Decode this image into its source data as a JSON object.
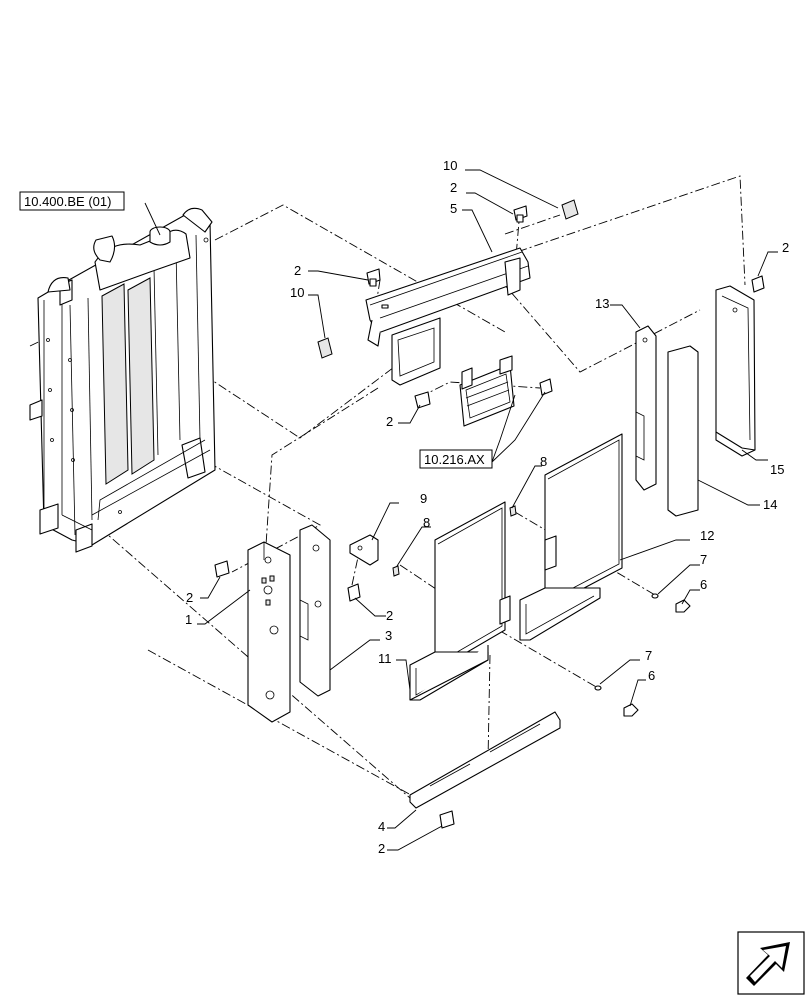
{
  "references": {
    "radiator_ref": "10.400.BE (01)",
    "cooler_ref": "10.216.AX"
  },
  "callouts": [
    "10",
    "2",
    "5",
    "2",
    "2",
    "10",
    "13",
    "15",
    "14",
    "2",
    "9",
    "8",
    "8",
    "12",
    "7",
    "6",
    "7",
    "6",
    "11",
    "3",
    "2",
    "1",
    "2",
    "4",
    "2"
  ],
  "nav_icon": "next-page-arrow-icon"
}
